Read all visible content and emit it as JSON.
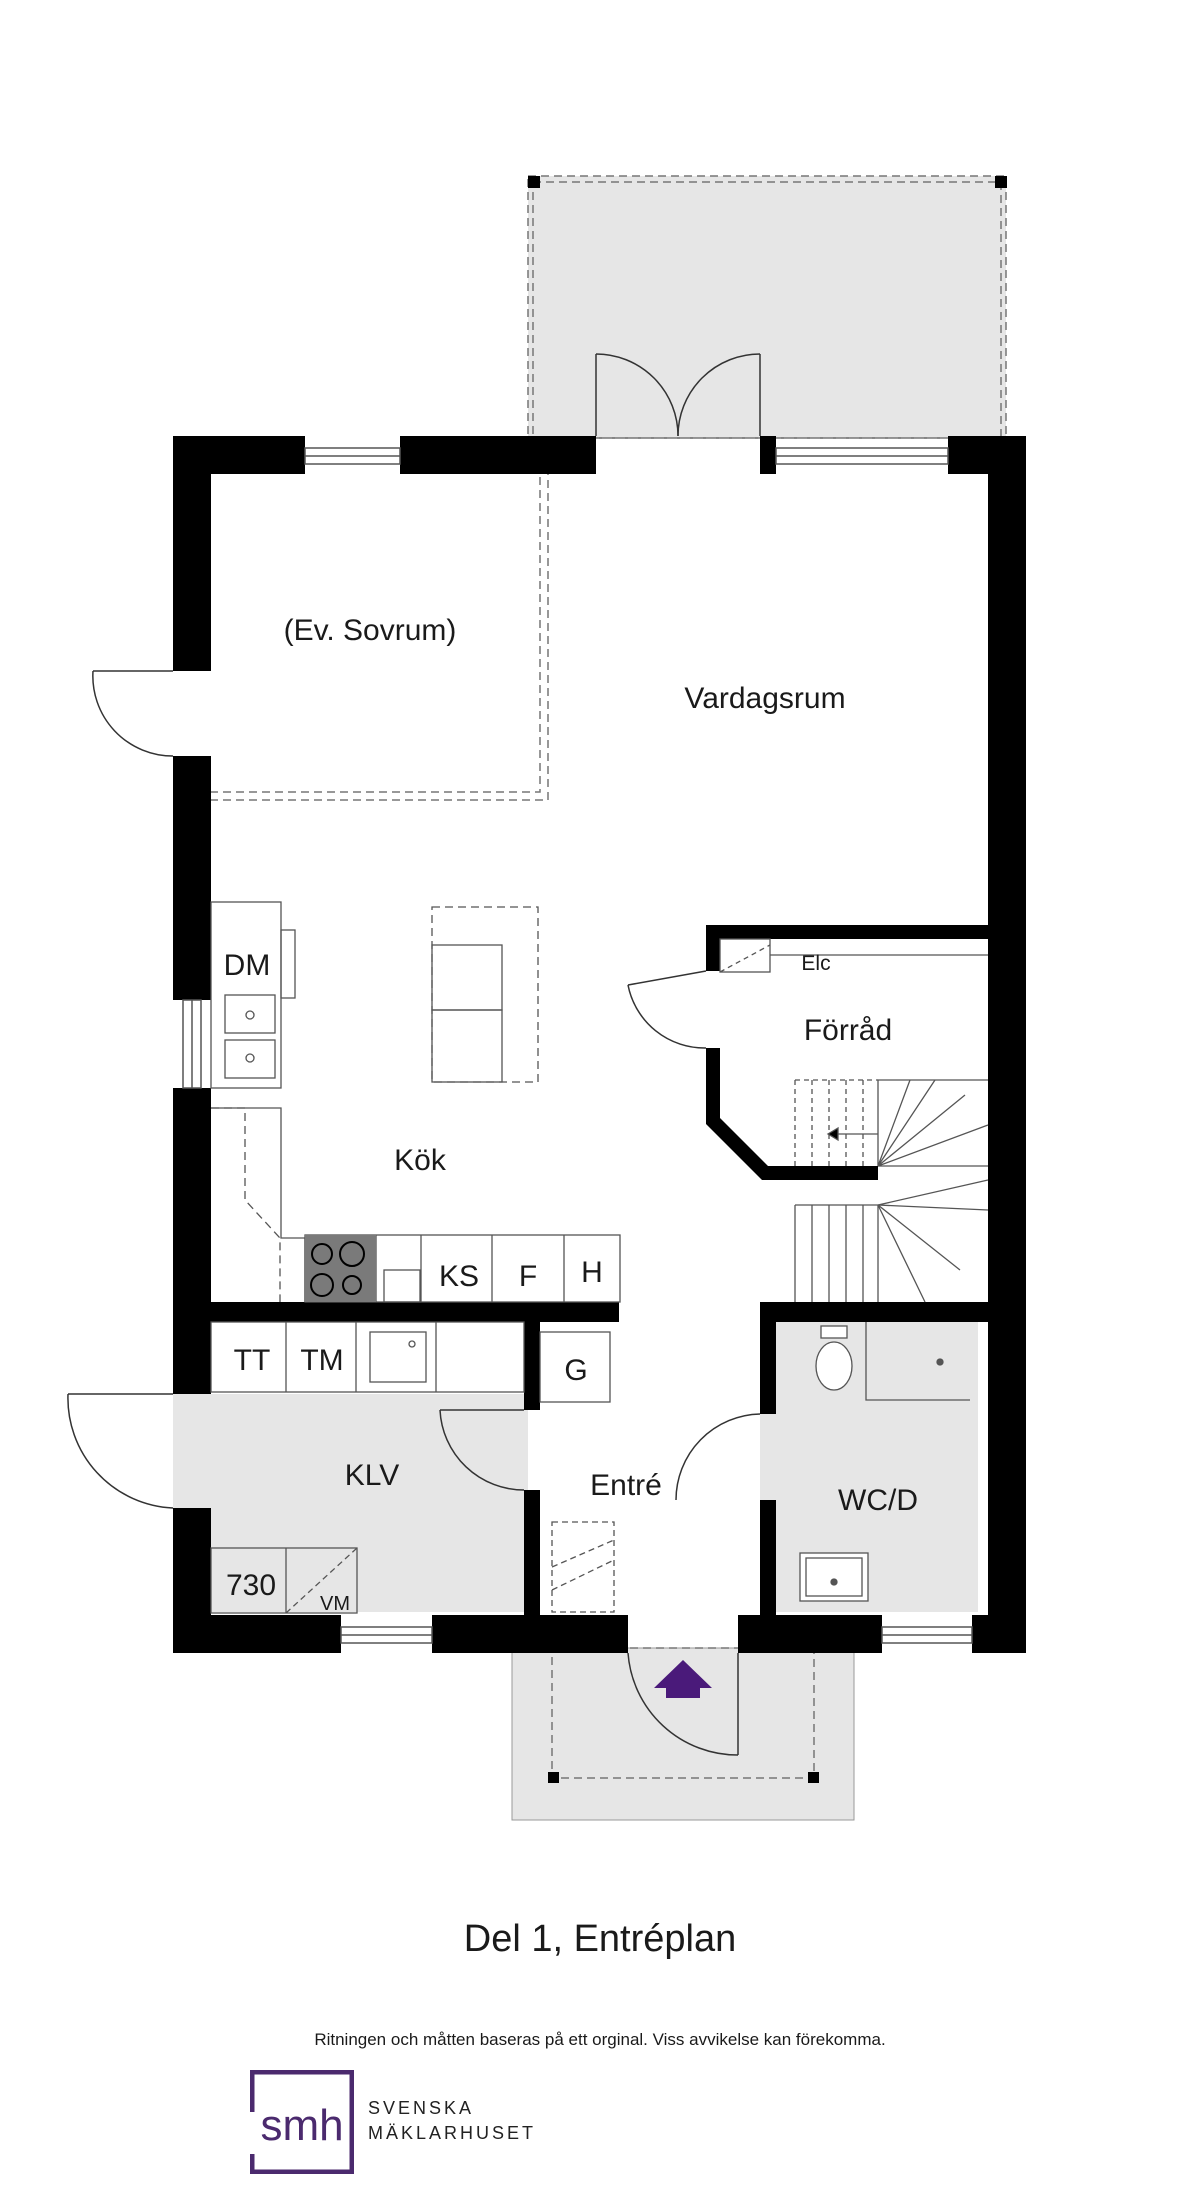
{
  "rooms": {
    "ev_sovrum": "(Ev. Sovrum)",
    "vardagsrum": "Vardagsrum",
    "dm": "DM",
    "elc": "Elc",
    "forrad": "Förråd",
    "kok": "Kök",
    "ks": "KS",
    "f": "F",
    "h": "H",
    "tt": "TT",
    "tm": "TM",
    "g": "G",
    "klv": "KLV",
    "entre": "Entré",
    "wcd": "WC/D",
    "num730": "730",
    "vm": "VM"
  },
  "title": "Del 1, Entréplan",
  "disclaimer": "Ritningen och måtten baseras på ett orginal. Viss avvikelse kan förekomma.",
  "logo": {
    "mark": "smh",
    "line1": "SVENSKA",
    "line2": "MÄKLARHUSET"
  },
  "colors": {
    "wall": "#000000",
    "terrace": "#e6e6e6",
    "arrow": "#4a1a7a",
    "logo": "#4b2a6e",
    "stove": "#7a7a7a"
  }
}
